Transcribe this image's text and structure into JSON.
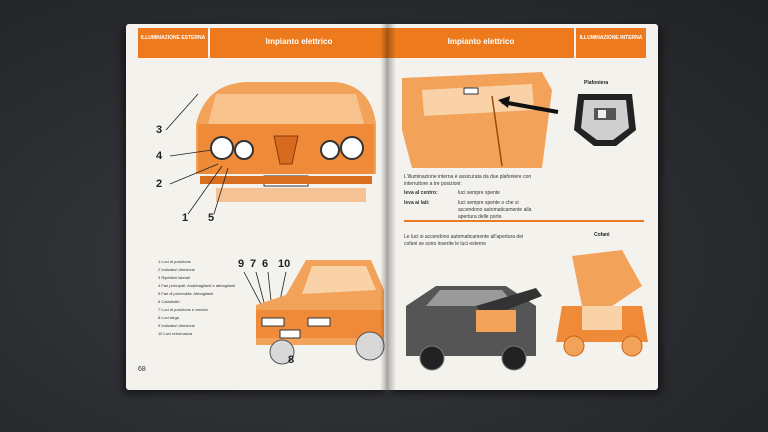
{
  "left_page": {
    "header_tab": "ILLUMINAZIONE ESTERNA",
    "header_title": "Impianto elettrico",
    "callouts_top": [
      "3",
      "4",
      "2",
      "1",
      "5"
    ],
    "callouts_bottom": [
      "9",
      "7",
      "6",
      "10",
      "8"
    ],
    "legend": [
      "1 Luci di posizione",
      "2 Indicatori direzione",
      "3 Ripetitori laterali",
      "4 Fari principali: Anabbaglianti e abbaglianti",
      "5 Fari di profondità: Abbaglianti",
      "6 Catadiottri",
      "7 Luci di posizione e arresto",
      "8 Luci targa",
      "9 Indicatori direzione",
      "10 Luci retromarcia"
    ],
    "page_number": "68"
  },
  "right_page": {
    "header_title": "Impianto elettrico",
    "header_tab": "ILLUMINAZIONE INTERNA",
    "plafoniera_label": "Plafoniera",
    "intro_text": "L'illuminazione interna è assicurata da due plafoniere con interruttore a tre posizioni:",
    "leva_centro_label": "leva al centro:",
    "leva_centro_value": "luci sempre spente",
    "leva_lati_label": "leva ai lati:",
    "leva_lati_value": "luci sempre spente o che si accendono automaticamente alla apertura delle porte.",
    "cofani_text": "Le luci si accendono automaticamente all'apertura dei cofani se sono inserite le luci esterne",
    "cofani_label": "Cofani"
  }
}
